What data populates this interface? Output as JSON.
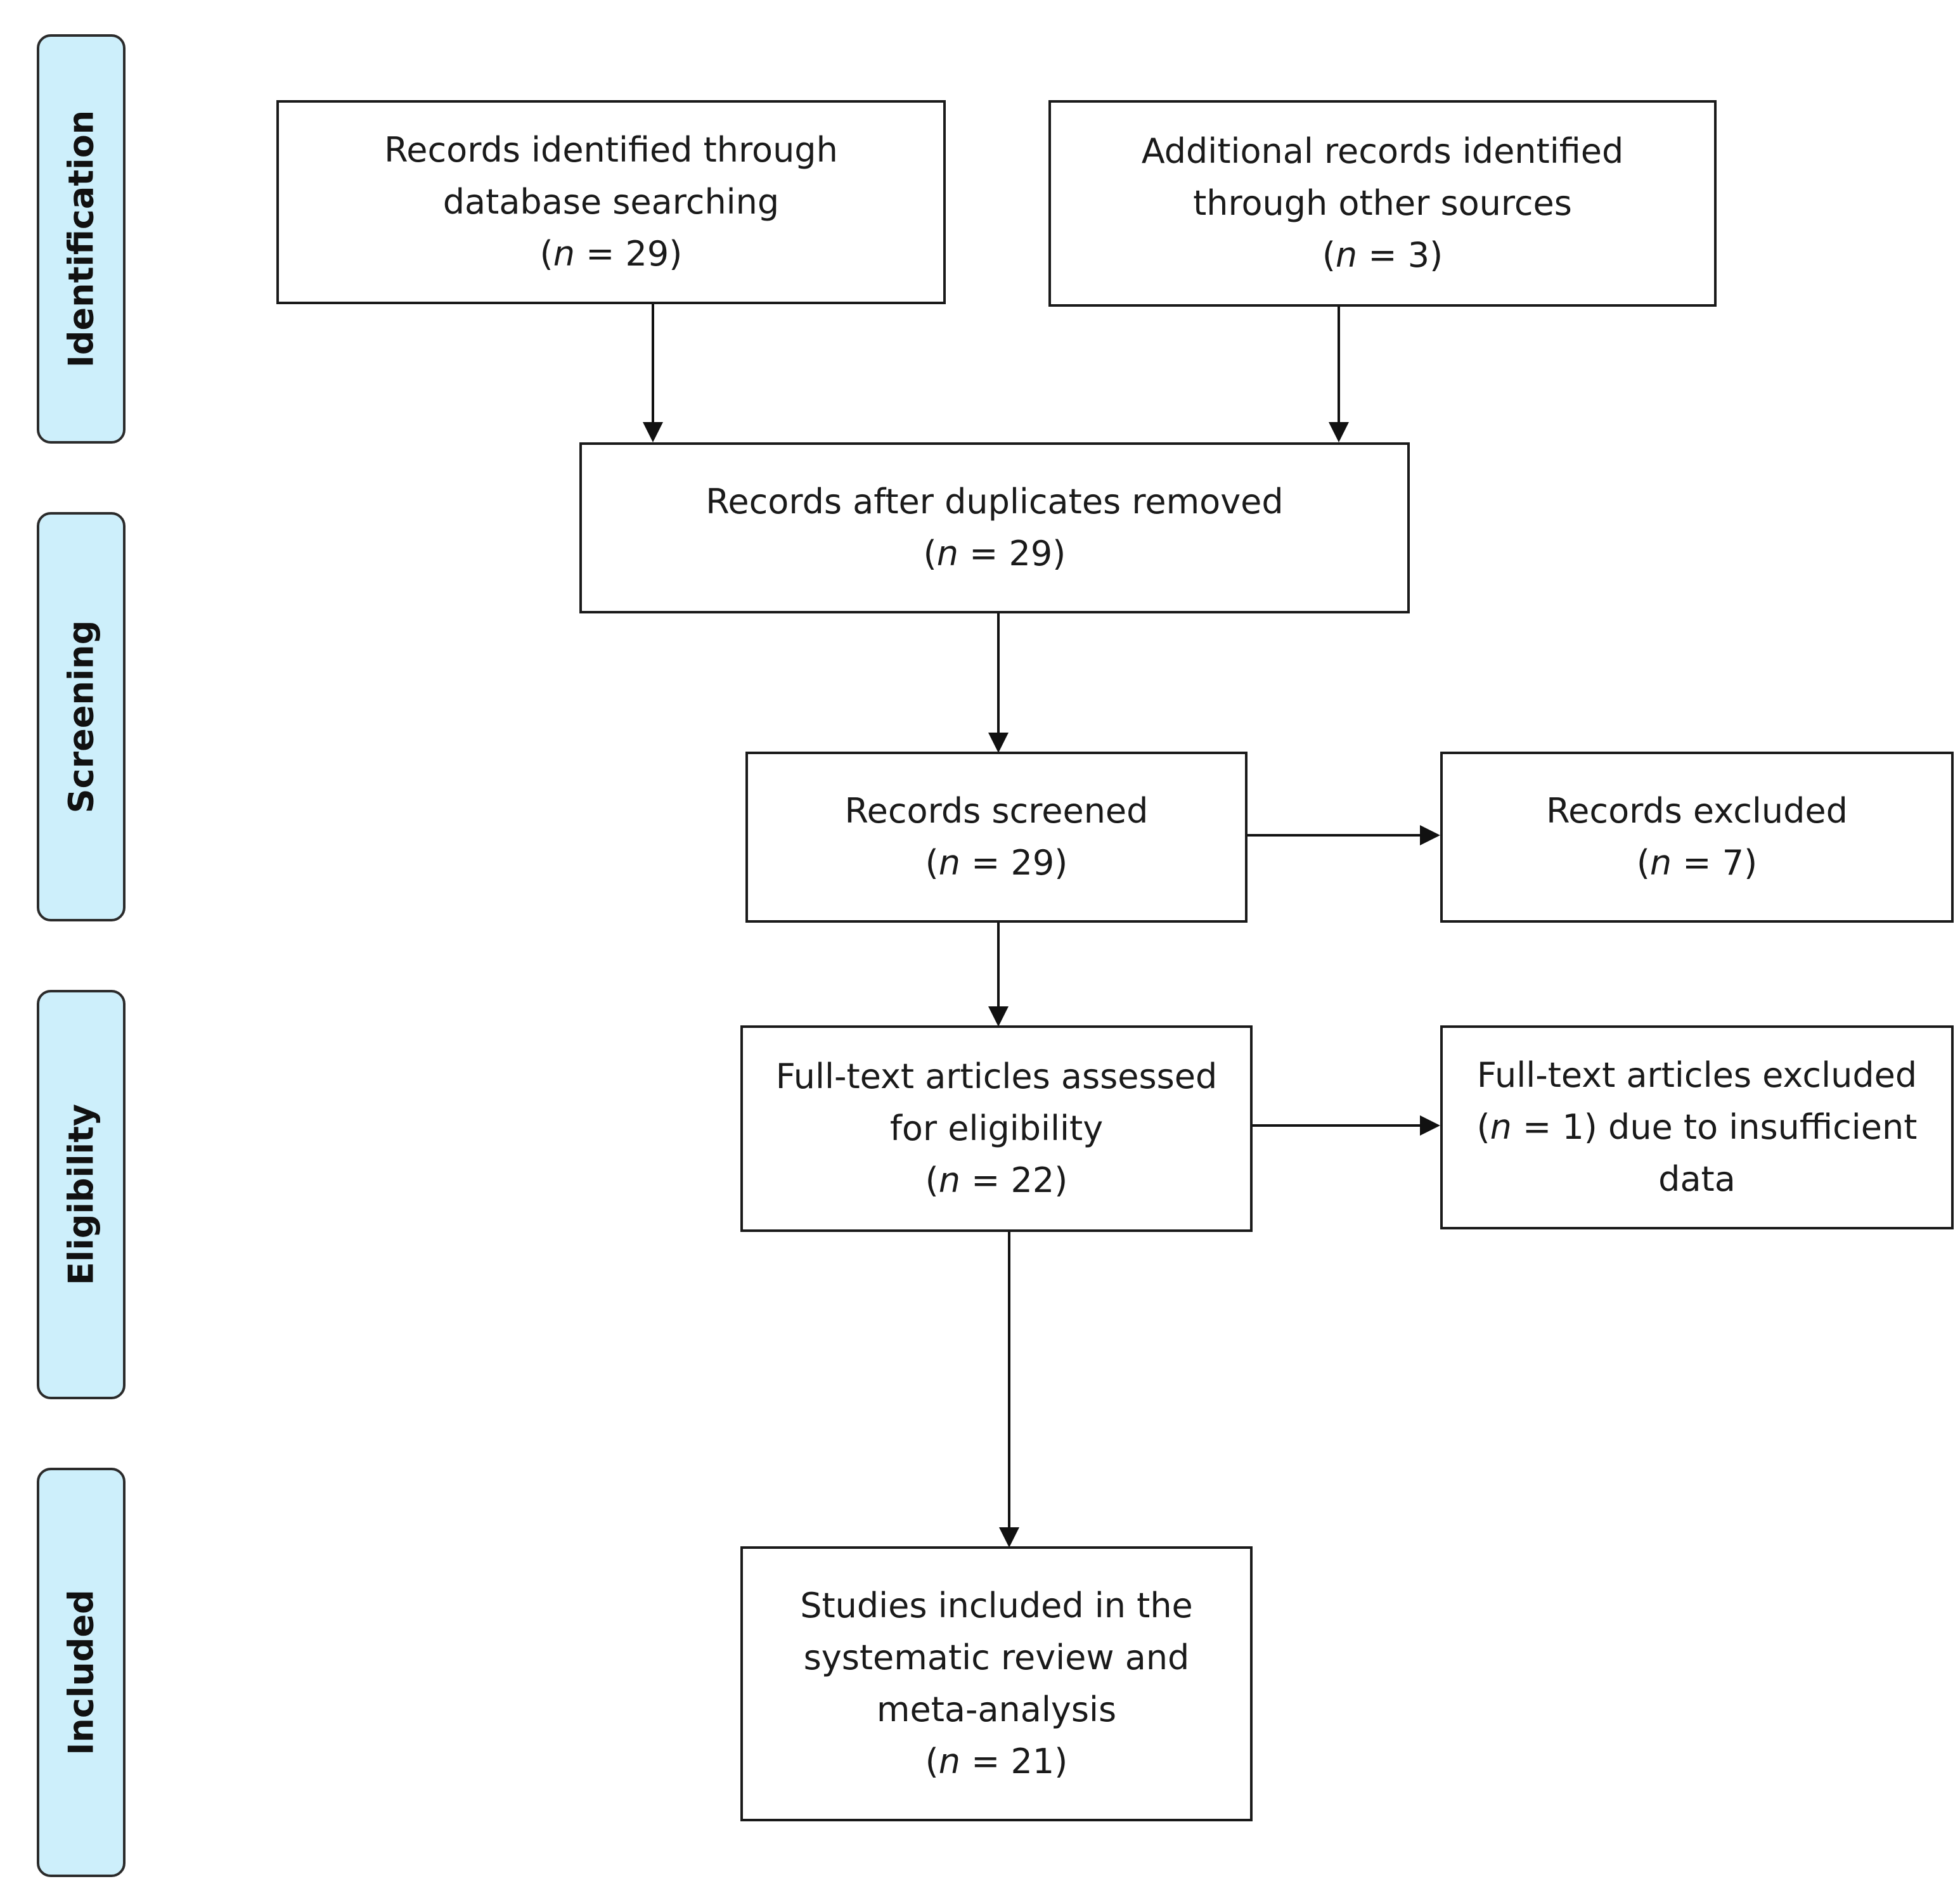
{
  "phases": {
    "identification": "Identification",
    "screening": "Screening",
    "eligibility": "Eligibility",
    "included": "Included"
  },
  "boxes": {
    "database": {
      "line1": "Records identified through",
      "line2": "database searching",
      "count_prefix": "(",
      "count_var": "n",
      "count_suffix": " = 29)"
    },
    "other_sources": {
      "line1": "Additional records identified",
      "line2": "through other sources",
      "count_prefix": "(",
      "count_var": "n",
      "count_suffix": " = 3)"
    },
    "duplicates_removed": {
      "line1": "Records after duplicates removed",
      "count_prefix": "(",
      "count_var": "n",
      "count_suffix": " = 29)"
    },
    "screened": {
      "line1": "Records screened",
      "count_prefix": "(",
      "count_var": "n",
      "count_suffix": " = 29)"
    },
    "excluded": {
      "line1": "Records excluded",
      "count_prefix": "(",
      "count_var": "n",
      "count_suffix": " = 7)"
    },
    "fulltext_assessed": {
      "line1": "Full-text articles assessed",
      "line2": "for eligibility",
      "count_prefix": "(",
      "count_var": "n",
      "count_suffix": " = 22)"
    },
    "fulltext_excluded": {
      "line1": "Full-text articles excluded",
      "line2_prefix": "(",
      "line2_var": "n",
      "line2_suffix": " = 1) due to insufficient",
      "line3": "data"
    },
    "included": {
      "line1": "Studies included in the",
      "line2": "systematic review and",
      "line3": "meta-analysis",
      "count_prefix": "(",
      "count_var": "n",
      "count_suffix": " = 21)"
    }
  }
}
